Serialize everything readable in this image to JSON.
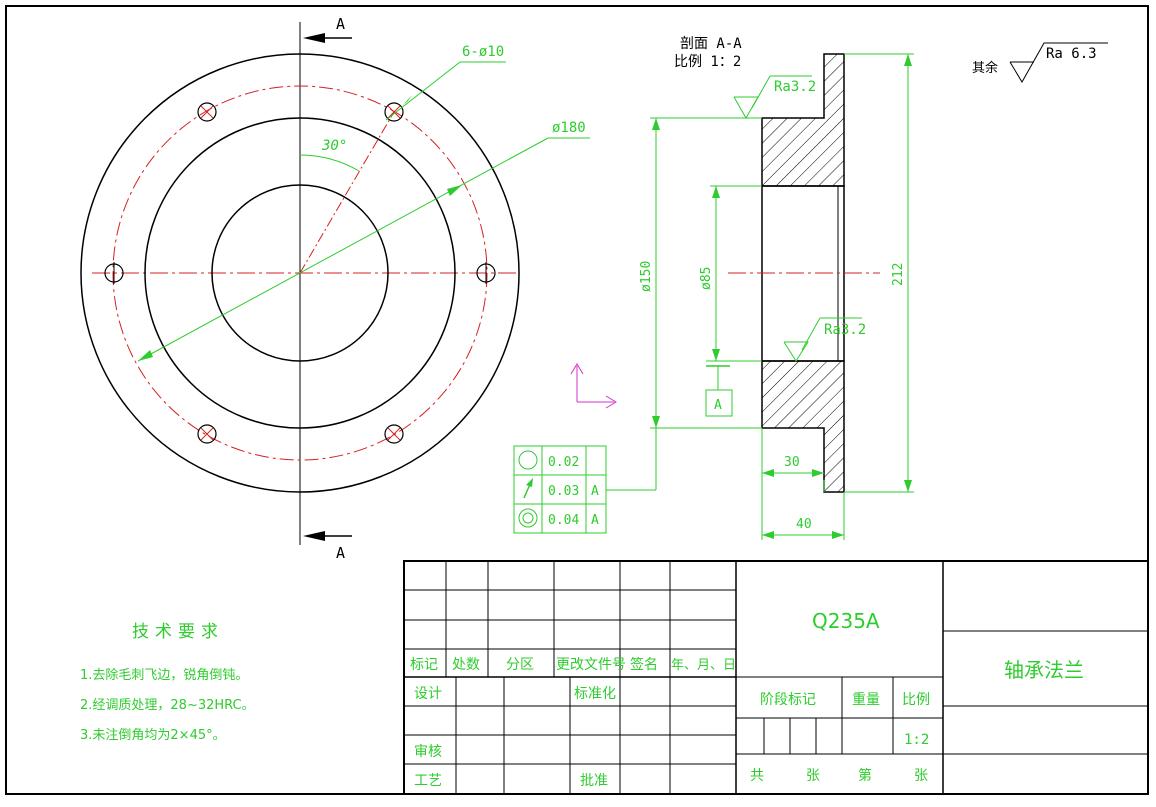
{
  "section": {
    "label_top": "A",
    "label_bottom": "A",
    "title_line1": "剖面 A-A",
    "title_line2": "比例 1：2"
  },
  "front_view": {
    "holes_note": "6-ø10",
    "pcd_note": "ø180",
    "angle_note": "30°"
  },
  "side_view": {
    "ra_top": "Ra3.2",
    "ra_bore": "Ra3.2",
    "dim_150": "ø150",
    "dim_85": "ø85",
    "dim_212": "212",
    "dim_30": "30",
    "dim_40": "40",
    "datum": "A"
  },
  "roughness_note": {
    "prefix": "其余",
    "value": "Ra  6.3"
  },
  "tolerances": [
    {
      "symbol": "circle-icon",
      "value": "0.02",
      "datum": ""
    },
    {
      "symbol": "runout-arrow-icon",
      "value": "0.03",
      "datum": "A"
    },
    {
      "symbol": "concentric-icon",
      "value": "0.04",
      "datum": "A"
    }
  ],
  "tech_requirements": {
    "title": "技术要求",
    "items": [
      "1.去除毛刺飞边，锐角倒钝。",
      "2.经调质处理，28~32HRC。",
      "3.未注倒角均为2×45°。"
    ]
  },
  "title_block": {
    "material": "Q235A",
    "part_name": "轴承法兰",
    "rev_headers": [
      "标记",
      "处数",
      "分区",
      "更改文件号",
      "签名",
      "年、月、日"
    ],
    "design": "设计",
    "standardize": "标准化",
    "review": "审核",
    "process": "工艺",
    "approve": "批准",
    "stage_mark": "阶段标记",
    "weight": "重量",
    "scale_label": "比例",
    "scale_value": "1:2",
    "sheets": [
      "共",
      "张",
      "第",
      "张"
    ]
  },
  "colors": {
    "geometry": "#000000",
    "dimension": "#2ecc2e",
    "centerline": "#d62020",
    "axis_marker": "#cc33cc"
  }
}
